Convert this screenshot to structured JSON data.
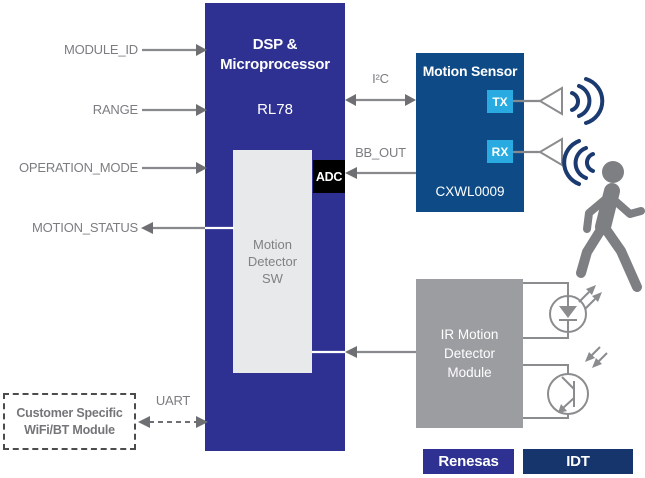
{
  "dsp_block": {
    "title_line1": "DSP &",
    "title_line2": "Microprocessor",
    "chip_name": "RL78",
    "software_block": "Motion Detector SW",
    "adc_label": "ADC"
  },
  "signals": [
    {
      "label": "MODULE_ID",
      "direction": "input"
    },
    {
      "label": "RANGE",
      "direction": "input"
    },
    {
      "label": "OPERATION_MODE",
      "direction": "input"
    },
    {
      "label": "MOTION_STATUS",
      "direction": "output"
    }
  ],
  "buses": {
    "i2c": "I²C",
    "bb_out": "BB_OUT",
    "uart": "UART"
  },
  "motion_sensor": {
    "title": "Motion Sensor",
    "tx_label": "TX",
    "rx_label": "RX",
    "part_number": "CXWL0009"
  },
  "ir_module": {
    "label": "IR Motion Detector Module"
  },
  "customer_module": {
    "label": "Customer Specific WiFi/BT Module"
  },
  "badges": {
    "left": "Renesas",
    "right": "IDT"
  },
  "icons": {
    "tx_antenna": "antenna-icon",
    "rx_antenna": "antenna-icon",
    "outgoing_waves": "radio-waves-out-icon",
    "incoming_waves": "radio-waves-in-icon",
    "person": "walking-person-icon",
    "ir_emitter": "ir-led-icon",
    "ir_receiver": "ir-photodetector-icon"
  },
  "colors": {
    "dsp_blue": "#2e3192",
    "sensor_navy": "#0d4a86",
    "txrx_cyan": "#29abe2",
    "renesas_blue": "#2e3192",
    "idt_navy": "#17356d",
    "ir_gray": "#9b9da0",
    "sw_gray": "#e8e9ea",
    "adc_black": "#000000",
    "wave_navy": "#1b3a70",
    "person_gray": "#7d7f82",
    "symbol_gray": "#8a8c8e",
    "arrow_gray": "#87898c",
    "arrowhead_gray": "#6d6f72",
    "label_gray": "#7b7d80"
  }
}
